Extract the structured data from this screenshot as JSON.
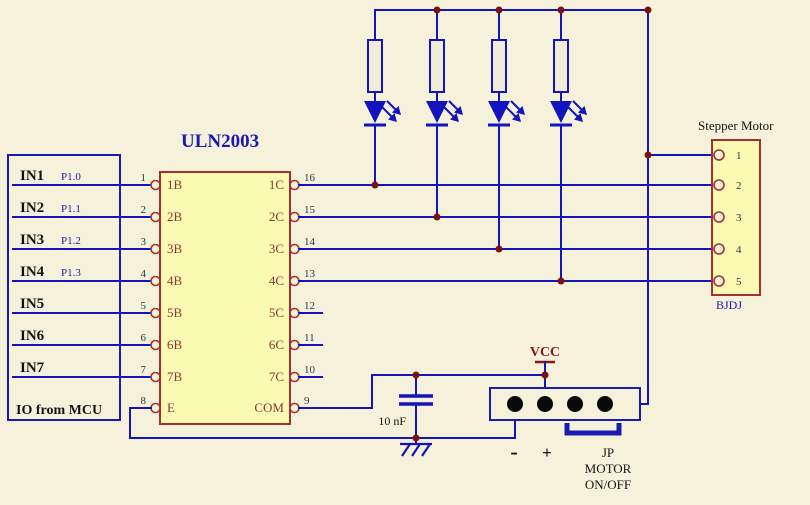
{
  "colors": {
    "background": "#f6f1da",
    "wire_blue": "#1414be",
    "junction_dot": "#7a1212",
    "ic_fill": "#fbfab2",
    "ic_border": "#a33131",
    "label_blue": "#1a1aae",
    "vcc_red": "#8a1717",
    "pin_name_brown": "#8b3535",
    "text_black": "#141414"
  },
  "title": "ULN2003",
  "mcu_box": {
    "label": "IO from MCU",
    "inputs": [
      {
        "name": "IN1",
        "port": "P1.0"
      },
      {
        "name": "IN2",
        "port": "P1.1"
      },
      {
        "name": "IN3",
        "port": "P1.2"
      },
      {
        "name": "IN4",
        "port": "P1.3"
      },
      {
        "name": "IN5",
        "port": ""
      },
      {
        "name": "IN6",
        "port": ""
      },
      {
        "name": "IN7",
        "port": ""
      }
    ]
  },
  "ic": {
    "left_pins": [
      {
        "num": "1",
        "name": "1B"
      },
      {
        "num": "2",
        "name": "2B"
      },
      {
        "num": "3",
        "name": "3B"
      },
      {
        "num": "4",
        "name": "4B"
      },
      {
        "num": "5",
        "name": "5B"
      },
      {
        "num": "6",
        "name": "6B"
      },
      {
        "num": "7",
        "name": "7B"
      },
      {
        "num": "8",
        "name": "E"
      }
    ],
    "right_pins": [
      {
        "num": "16",
        "name": "1C"
      },
      {
        "num": "15",
        "name": "2C"
      },
      {
        "num": "14",
        "name": "3C"
      },
      {
        "num": "13",
        "name": "4C"
      },
      {
        "num": "12",
        "name": "5C"
      },
      {
        "num": "11",
        "name": "6C"
      },
      {
        "num": "10",
        "name": "7C"
      },
      {
        "num": "9",
        "name": "COM"
      }
    ]
  },
  "stepper": {
    "label": "Stepper Motor",
    "brand": "BJDJ",
    "pins": [
      "1",
      "2",
      "3",
      "4",
      "5"
    ]
  },
  "power": {
    "vcc": "VCC"
  },
  "capacitor": {
    "value": "10 nF"
  },
  "jumper": {
    "minus": "-",
    "plus": "+",
    "name": "JP",
    "label_line2": "MOTOR",
    "label_line3": "ON/OFF"
  }
}
